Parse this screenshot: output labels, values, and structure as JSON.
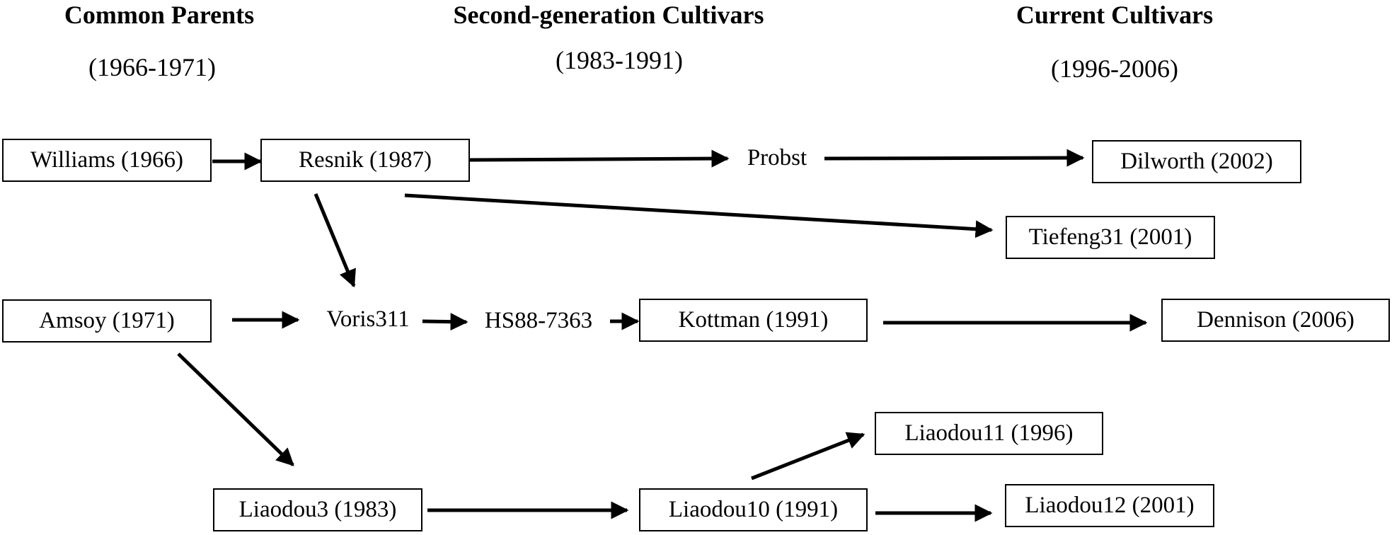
{
  "headers": {
    "col1_title": "Common Parents",
    "col1_years": "(1966-1971)",
    "col2_title": "Second-generation Cultivars",
    "col2_years": "(1983-1991)",
    "col3_title": "Current Cultivars",
    "col3_years": "(1996-2006)"
  },
  "nodes": {
    "williams": "Williams (1966)",
    "resnik": "Resnik (1987)",
    "probst": "Probst",
    "dilworth": "Dilworth (2002)",
    "tiefeng31": "Tiefeng31 (2001)",
    "amsoy": "Amsoy (1971)",
    "voris311": "Voris311",
    "hs88": "HS88-7363",
    "kottman": "Kottman (1991)",
    "dennison": "Dennison (2006)",
    "liaodou11": "Liaodou11 (1996)",
    "liaodou3": "Liaodou3 (1983)",
    "liaodou10": "Liaodou10 (1991)",
    "liaodou12": "Liaodou12 (2001)"
  },
  "edges": [
    {
      "from": "Williams (1966)",
      "to": "Resnik (1987)"
    },
    {
      "from": "Resnik (1987)",
      "to": "Probst"
    },
    {
      "from": "Probst",
      "to": "Dilworth (2002)"
    },
    {
      "from": "Resnik (1987)",
      "to": "Tiefeng31 (2001)"
    },
    {
      "from": "Resnik (1987)",
      "to": "Voris311"
    },
    {
      "from": "Amsoy (1971)",
      "to": "Voris311"
    },
    {
      "from": "Voris311",
      "to": "HS88-7363"
    },
    {
      "from": "HS88-7363",
      "to": "Kottman (1991)"
    },
    {
      "from": "Kottman (1991)",
      "to": "Dennison (2006)"
    },
    {
      "from": "Amsoy (1971)",
      "to": "Liaodou3 (1983)"
    },
    {
      "from": "Liaodou3 (1983)",
      "to": "Liaodou10 (1991)"
    },
    {
      "from": "Liaodou10 (1991)",
      "to": "Liaodou11 (1996)"
    },
    {
      "from": "Liaodou10 (1991)",
      "to": "Liaodou12 (2001)"
    }
  ]
}
